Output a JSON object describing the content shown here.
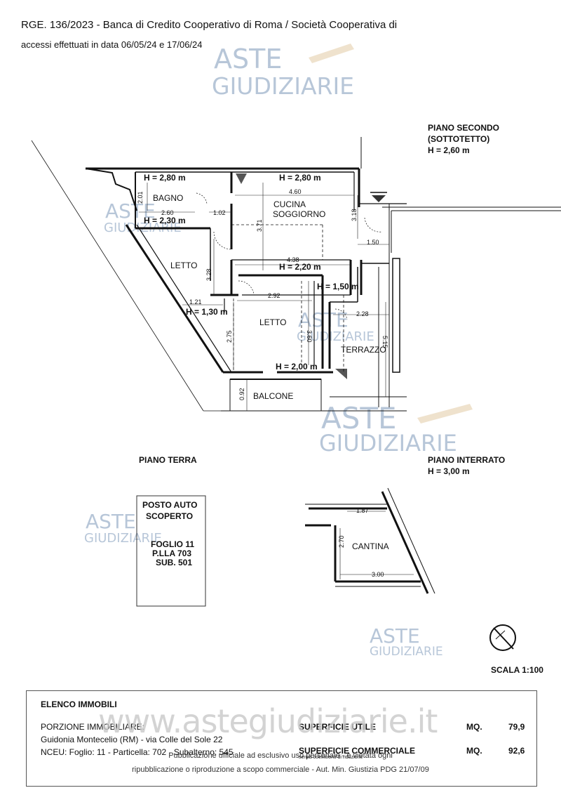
{
  "header": {
    "line1": "RGE. 136/2023 - Banca di Credito Cooperativo di Roma / Società Cooperativa di",
    "line2": "accessi effettuati in data 06/05/24 e 17/06/24"
  },
  "watermark": {
    "line1": "ASTE",
    "line2": "GIUDIZIARIE"
  },
  "floors": {
    "second": {
      "name": "PIANO SECONDO",
      "sub": "(SOTTOTETTO)",
      "height": "H = 2,60 m"
    },
    "ground": {
      "name": "PIANO TERRA"
    },
    "basement": {
      "name": "PIANO INTERRATO",
      "height": "H = 3,00 m"
    }
  },
  "rooms": {
    "bagno": "BAGNO",
    "cucina": "CUCINA",
    "soggiorno": "SOGGIORNO",
    "letto1": "LETTO",
    "letto2": "LETTO",
    "terrazzo": "TERRAZZO",
    "balcone": "BALCONE",
    "cantina": "CANTINA",
    "posto_auto1": "POSTO AUTO",
    "posto_auto2": "SCOPERTO",
    "foglio": "FOGLIO 11",
    "plla": "P.LLA 703",
    "sub": "SUB. 501"
  },
  "heights": {
    "h1": "H = 2,80 m",
    "h2": "H = 2,80 m",
    "h3": "H = 2,30 m",
    "h4": "H = 2,20 m",
    "h5": "H = 1,50 m",
    "h6": "H = 1,30 m",
    "h7": "H = 2,00 m"
  },
  "dimensions": {
    "d460": "4.60",
    "d201": "2.01",
    "d260": "2.60",
    "d102": "1.02",
    "d371": "3.71",
    "d318": "3.18",
    "d150": "1.50",
    "d438": "4.38",
    "d328": "3.28",
    "d292": "2.92",
    "d121": "1.21",
    "d360": "3.60",
    "d275": "2.75",
    "d228": "2.28",
    "d515": "5.15",
    "d092": "0.92",
    "d187": "1.87",
    "d270": "2.70",
    "d300": "3.00"
  },
  "scale": "SCALA 1:100",
  "legend": {
    "title": "ELENCO IMMOBILI",
    "porzione": "PORZIONE IMMOBILIARE:",
    "address": "Guidonia Montecelio (RM) - via Colle del Sole 22",
    "nceu": "NCEU: Foglio: 11 - Particella: 702 - Subalterno: 545",
    "sup_utile_label": "SUPERFICIE UTILE",
    "sup_comm_label": "SUPERFICIE COMMERCIALE",
    "sup_comm_note": "senza coefficienti di riduzione",
    "mq1": "MQ.",
    "mq2": "MQ.",
    "val_utile": "79,9",
    "val_comm": "92,6"
  },
  "site_url": "www.astegiudiziarie.it",
  "footer": {
    "line1": "Pubblicazione ufficiale ad esclusivo uso personale - è vietata ogni",
    "line2": "ripubblicazione o riproduzione a scopo commerciale - Aut. Min. Giustizia PDG 21/07/09"
  }
}
